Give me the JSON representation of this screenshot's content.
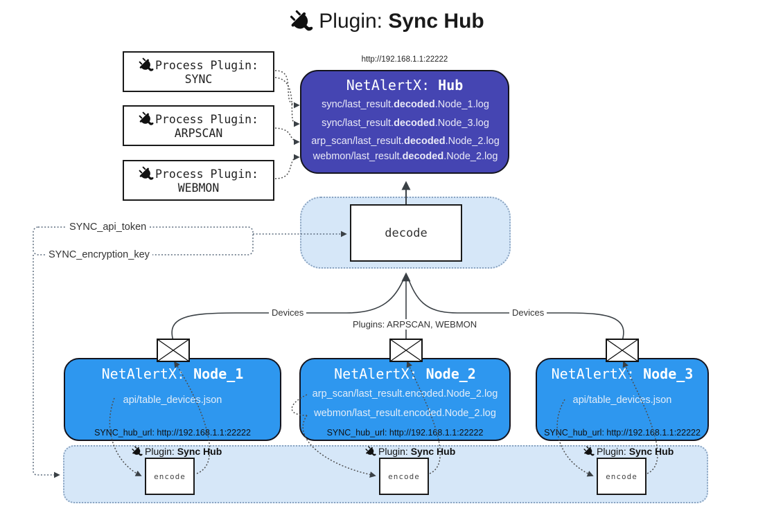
{
  "title": {
    "pre": "Plugin: ",
    "bold": "Sync Hub"
  },
  "hub": {
    "url": "http://192.168.1.1:22222",
    "name_pre": "NetAlertX: ",
    "name_bold": "Hub",
    "lines": [
      {
        "pre": "sync/last_result.",
        "bold": "decoded",
        "post": ".Node_1.log"
      },
      {
        "pre": "sync/last_result.",
        "bold": "decoded",
        "post": ".Node_3.log"
      },
      {
        "pre": "arp_scan/last_result.",
        "bold": "decoded",
        "post": ".Node_2.log"
      },
      {
        "pre": "webmon/last_result.",
        "bold": "decoded",
        "post": ".Node_2.log"
      }
    ]
  },
  "process_plugins": [
    {
      "label": "Process Plugin:",
      "name": "SYNC"
    },
    {
      "label": "Process Plugin:",
      "name": "ARPSCAN"
    },
    {
      "label": "Process Plugin:",
      "name": "WEBMON"
    }
  ],
  "decode": {
    "label": "decode"
  },
  "tokens": {
    "api_token": "SYNC_api_token",
    "encryption_key": "SYNC_encryption_key"
  },
  "edge_labels": {
    "devices_left": "Devices",
    "plugins_mid": "Plugins: ARPSCAN, WEBMON",
    "devices_right": "Devices"
  },
  "nodes": [
    {
      "name_pre": "NetAlertX: ",
      "name_bold": "Node_1",
      "lines": [
        "api/table_devices.json"
      ],
      "hub_url": "SYNC_hub_url: http://192.168.1.1:22222"
    },
    {
      "name_pre": "NetAlertX: ",
      "name_bold": "Node_2",
      "lines": [
        "arp_scan/last_result.encoded.Node_2.log",
        "webmon/last_result.encoded.Node_2.log"
      ],
      "hub_url": "SYNC_hub_url: http://192.168.1.1:22222"
    },
    {
      "name_pre": "NetAlertX: ",
      "name_bold": "Node_3",
      "lines": [
        "api/table_devices.json"
      ],
      "hub_url": "SYNC_hub_url: http://192.168.1.1:22222"
    }
  ],
  "encode": {
    "label": "encode",
    "plugin_pre": "Plugin: ",
    "plugin_bold": "Sync Hub"
  },
  "icons": {
    "plug": "plug-icon",
    "envelope": "envelope-icon"
  },
  "colors": {
    "hub_fill": "#4545b2",
    "node_fill": "#2e97ef",
    "panel_fill": "#d6e7f8",
    "panel_border": "#8aa3c0",
    "arrow": "#3a4045",
    "border": "#14141e"
  }
}
